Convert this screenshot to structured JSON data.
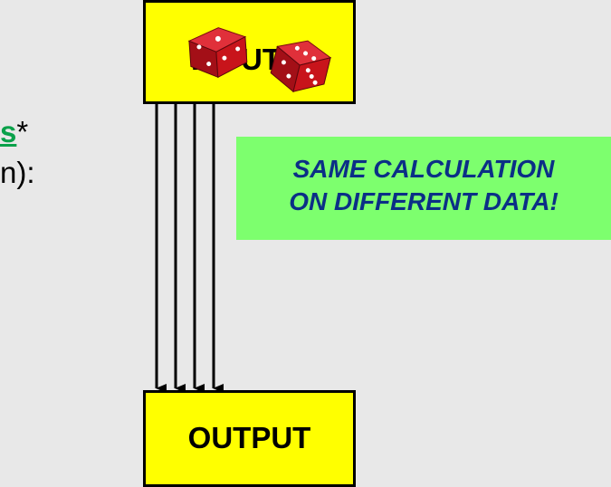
{
  "diagram": {
    "input_label": "INPUT",
    "output_label": "OUTPUT",
    "callout_line1": "SAME CALCULATION",
    "callout_line2": "ON DIFFERENT DATA!",
    "partial_left_1_green": "s",
    "partial_left_1_suffix": "*",
    "partial_left_2": "n):",
    "arrow_count": 4,
    "colors": {
      "box_fill": "#ffff00",
      "callout_fill": "#7dff6e",
      "callout_text": "#0b2f86",
      "green_text": "#0aa14a",
      "background": "#e8e8e8",
      "dice": "#c8141b"
    },
    "icons": [
      "dice-icon",
      "dice-icon"
    ]
  }
}
